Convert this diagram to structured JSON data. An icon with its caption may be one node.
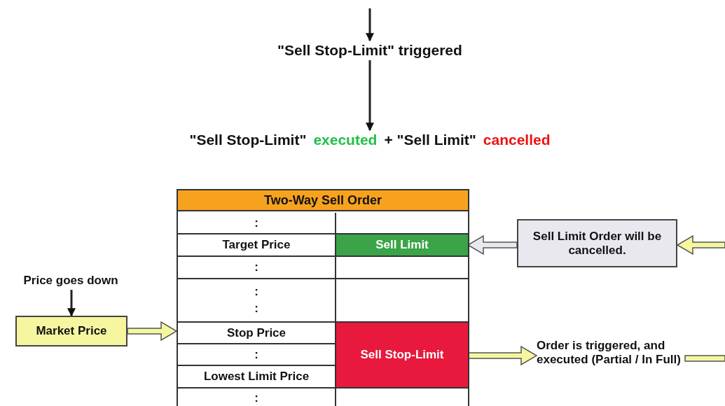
{
  "diagram": {
    "nodes": [
      {
        "text": [
          "\"Sell Stop-Limit\" triggered"
        ]
      },
      {
        "text": [
          "\"Sell Stop-Limit\"",
          "executed",
          "+ \"Sell Limit\"",
          "cancelled"
        ]
      },
      {
        "text": [
          "Two-Way Sell Order"
        ]
      },
      {
        "text": [
          ":"
        ],
        "in": 2
      },
      {
        "text": [
          "Target Price"
        ],
        "in": 2
      },
      {
        "text": [
          "Sell Limit"
        ],
        "in": 2
      },
      {
        "text": [
          ":"
        ],
        "in": 2
      },
      {
        "text": [
          ":",
          ":"
        ],
        "in": 2
      },
      {
        "text": [
          "Stop Price"
        ],
        "in": 2
      },
      {
        "text": [
          "Sell Stop-Limit"
        ],
        "in": 2
      },
      {
        "text": [
          ":"
        ],
        "in": 2
      },
      {
        "text": [
          "Lowest Limit Price"
        ],
        "in": 2
      },
      {
        "text": [
          ":"
        ],
        "in": 2
      },
      {
        "text": [
          "Sell Limit Order will be cancelled."
        ]
      },
      {
        "text": [
          "Price goes down"
        ]
      },
      {
        "text": [
          "Market Price"
        ]
      },
      {
        "text": [
          "Order is triggered, and executed (Partial / In Full)"
        ]
      }
    ],
    "edges": [
      {
        "from": null,
        "to": 0,
        "arrow": "to"
      },
      {
        "from": 0,
        "to": 1,
        "arrow": "to"
      },
      {
        "from": 14,
        "to": 15,
        "arrow": "to"
      },
      {
        "from": 15,
        "to": 8,
        "arrow": "to",
        "style": "thick",
        "color": "#f6f6a0"
      },
      {
        "from": 13,
        "to": 5,
        "arrow": "to",
        "style": "thick",
        "color": "#e8e8ee"
      },
      {
        "from": null,
        "to": 13,
        "arrow": "to",
        "style": "thick",
        "color": "#f6f6a0"
      },
      {
        "from": 9,
        "to": 16,
        "arrow": "to",
        "style": "thick",
        "color": "#f6f6a0"
      },
      {
        "from": 16,
        "to": null,
        "arrow": "none",
        "style": "thick",
        "color": "#f6f6a0"
      }
    ]
  }
}
